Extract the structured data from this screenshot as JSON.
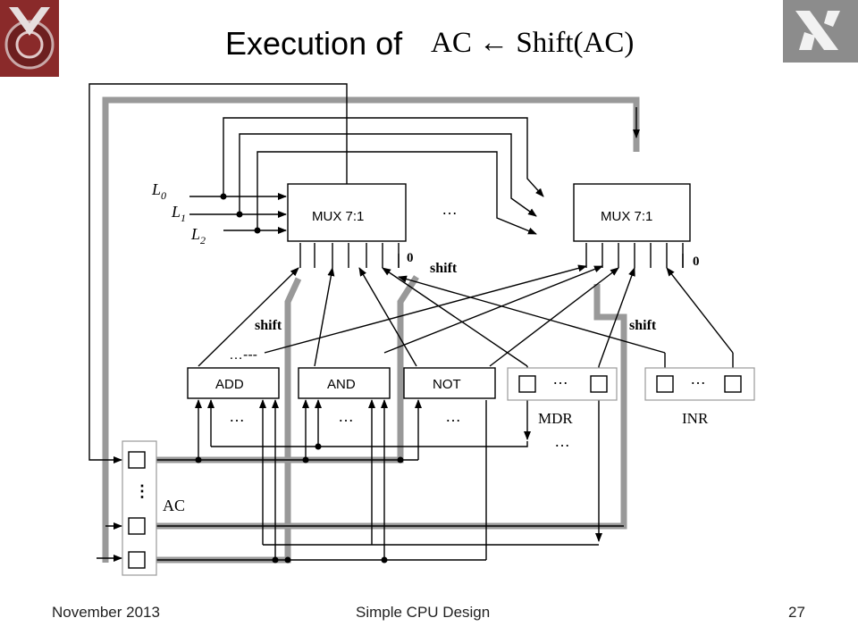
{
  "slide": {
    "title_text": "Execution of",
    "title_formula": "AC ← Shift(AC)"
  },
  "diagram": {
    "mux_left_label": "MUX 7:1",
    "mux_right_label": "MUX 7:1",
    "mux_left_dots": "…",
    "zero_left": "0",
    "zero_right": "0",
    "shift_top": "shift",
    "shift_mid_left": "shift",
    "shift_mid_right": "shift",
    "dots_row_left": "…---",
    "add_label": "ADD",
    "and_label": "AND",
    "not_label": "NOT",
    "mdr_dots": "…",
    "inr_dots": "…",
    "mdr_label": "MDR",
    "inr_label": "INR",
    "mdr_below_dots": "…",
    "add_in_dots": "…",
    "and_in_dots": "…",
    "not_in_dots": "…",
    "ac_label": "AC",
    "ac_vdots": "⋮",
    "l0": "L",
    "l0_sub": "0",
    "l1": "L",
    "l1_sub": "1",
    "l2": "L",
    "l2_sub": "2"
  },
  "footer": {
    "date": "November 2013",
    "center": "Simple CPU Design",
    "page": "27"
  },
  "colors": {
    "logo_left_bg": "#8a2a2a",
    "logo_right_bg": "#8c8c8c",
    "highlight_path": "#999999"
  }
}
